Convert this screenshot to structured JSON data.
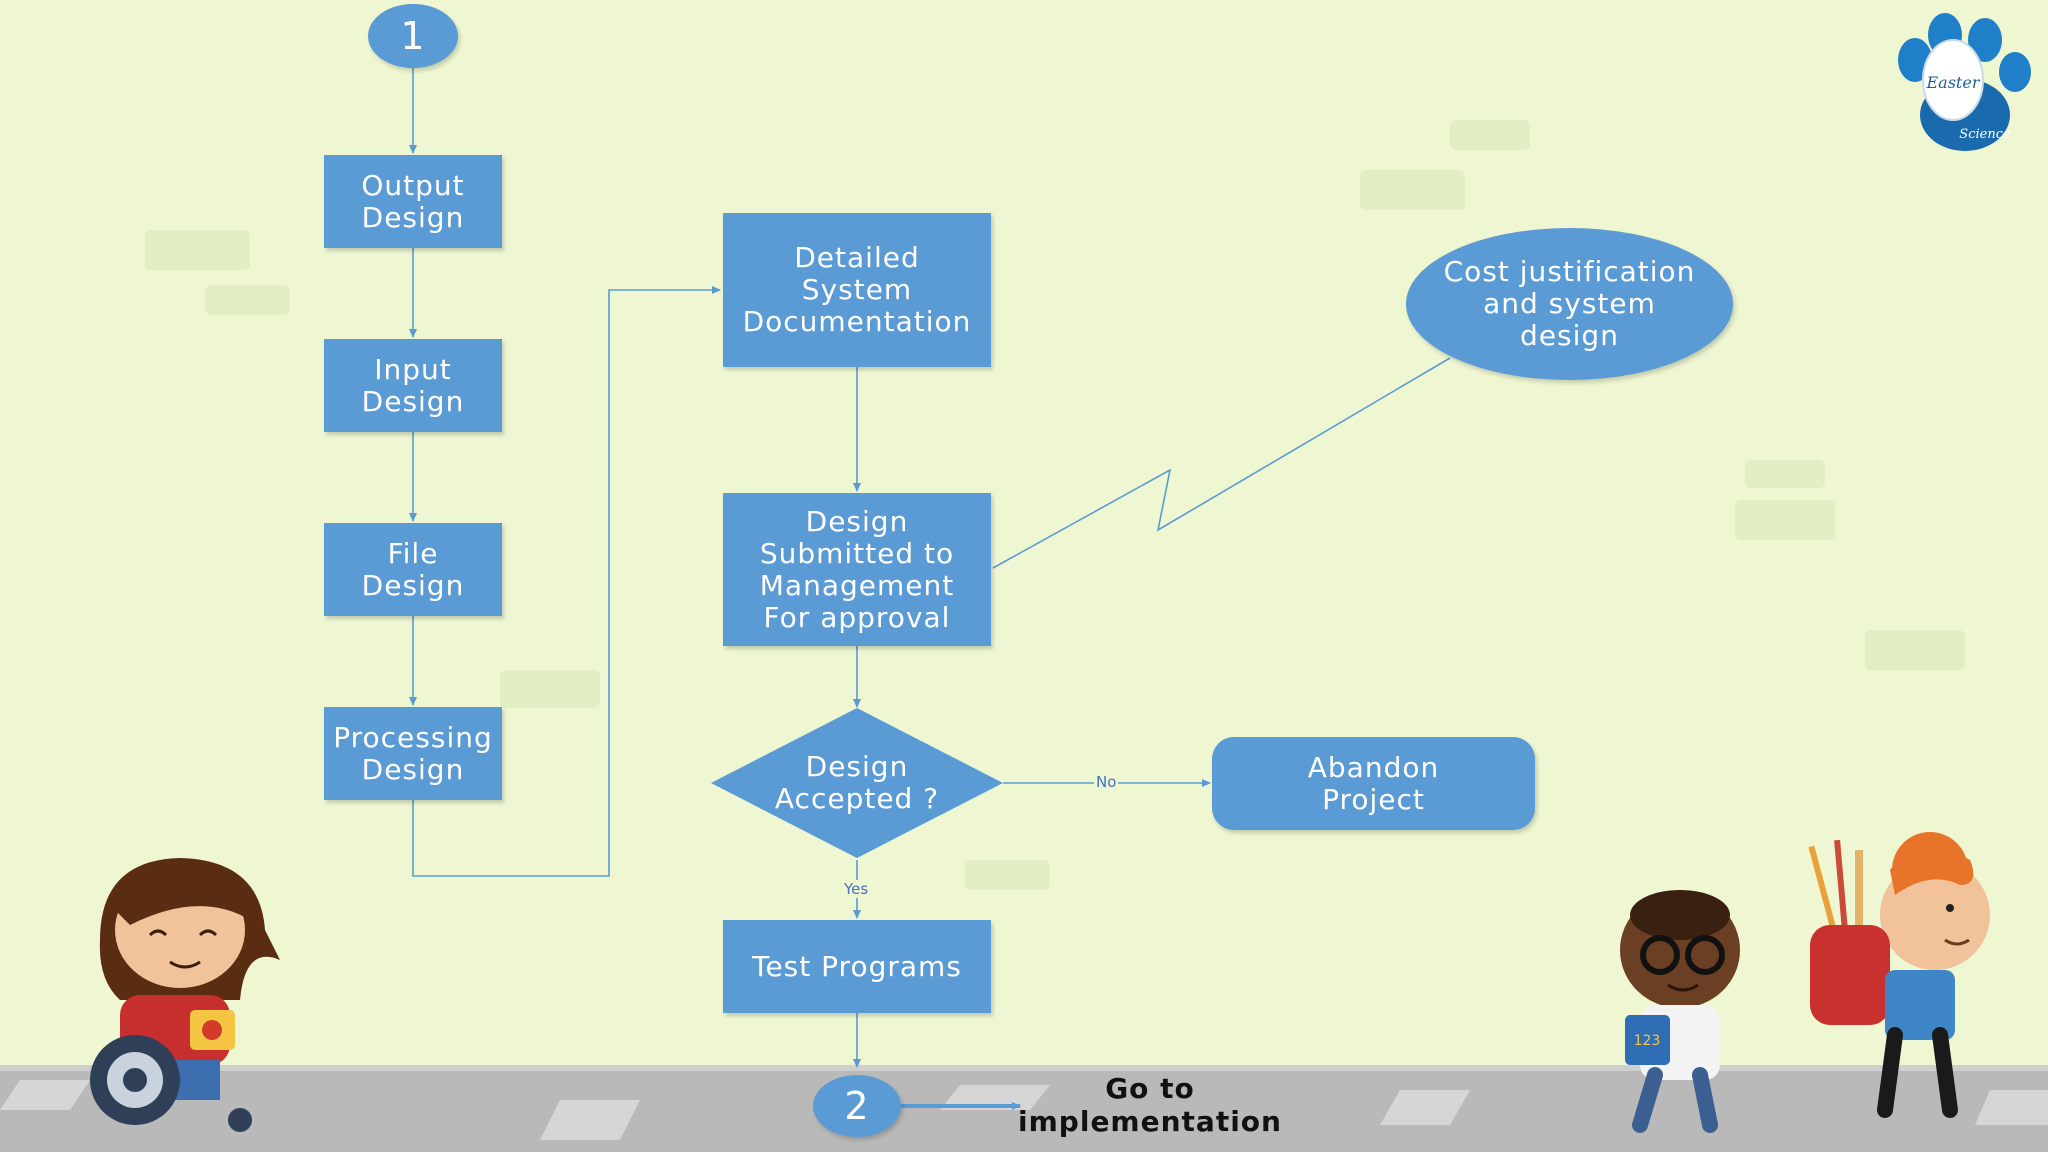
{
  "diagram": {
    "start_connector": "1",
    "end_connector": "2",
    "nodes": {
      "output_design": "Output\nDesign",
      "input_design": "Input\nDesign",
      "file_design": "File\nDesign",
      "processing_design": "Processing\nDesign",
      "detailed_doc": "Detailed\nSystem\nDocumentation",
      "submitted": "Design\nSubmitted to\nManagement\nFor approval",
      "accepted": "Design\nAccepted ?",
      "test_programs": "Test Programs",
      "abandon": "Abandon\nProject",
      "cost_justification": "Cost justification\nand system\ndesign"
    },
    "edge_labels": {
      "yes": "Yes",
      "no": "No"
    },
    "goto_text": "Go to\nimplementation"
  },
  "logo": {
    "line1": "Easter",
    "line2": "Science"
  },
  "colors": {
    "node": "#5b9bd5",
    "line": "#5b9bd5",
    "background": "#eef7d2",
    "road": "#b9b9b9"
  },
  "icons": [
    "paw-logo-icon",
    "girl-wheelchair-illustration",
    "boy-glasses-illustration",
    "boy-backpack-illustration"
  ]
}
